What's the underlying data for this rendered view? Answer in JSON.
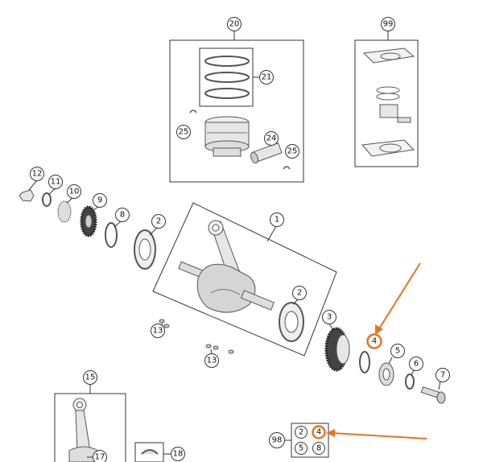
{
  "diagram": {
    "callouts": {
      "c20": "20",
      "c21": "21",
      "c25a": "25",
      "c24": "24",
      "c25b": "25",
      "c99": "99",
      "c12": "12",
      "c11": "11",
      "c10": "10",
      "c9": "9",
      "c8": "8",
      "c2a": "2",
      "c1": "1",
      "c2b": "2",
      "c3": "3",
      "c4": "4",
      "c5": "5",
      "c6": "6",
      "c7": "7",
      "c13a": "13",
      "c13b": "13",
      "c15": "15",
      "c17": "17",
      "c18": "18",
      "c98": "98",
      "k2": "2",
      "k4": "4",
      "k5": "5",
      "k8": "8"
    },
    "colors": {
      "highlight": "#e8731e",
      "line": "#333333",
      "part": "#555555",
      "fill": "#dddddd"
    }
  }
}
